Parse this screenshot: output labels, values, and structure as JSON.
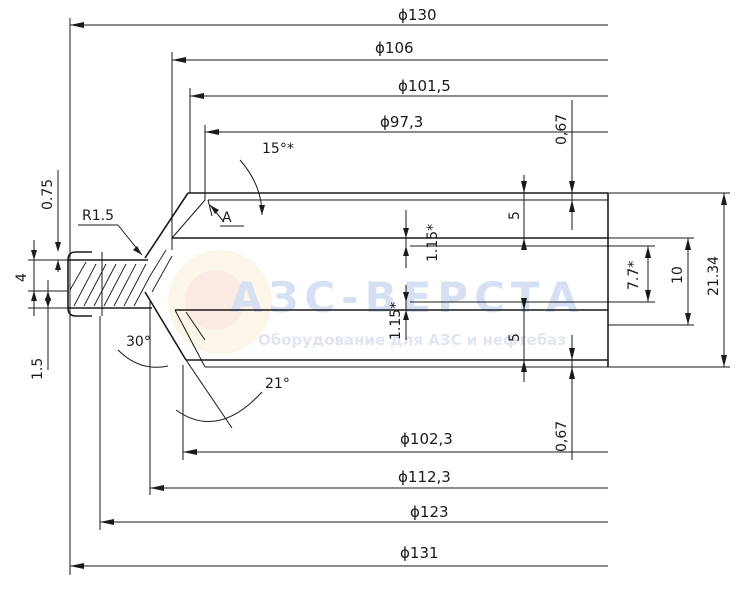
{
  "dimensions": {
    "d130": "ϕ130",
    "d106": "ϕ106",
    "d101_5": "ϕ101,5",
    "d97_3": "ϕ97,3",
    "d102_3": "ϕ102,3",
    "d112_3": "ϕ112,3",
    "d123": "ϕ123",
    "d131": "ϕ131",
    "gap_top": "0,67",
    "gap_bottom": "0,67",
    "height_total": "21.34",
    "height_10": "10",
    "height_7_7": "7.7*",
    "five_top": "5",
    "five_bottom": "5",
    "step_top": "1.15*",
    "step_bottom": "1.15*",
    "left_075": "0.75",
    "left_4": "4",
    "left_15": "1.5",
    "radius": "R1.5",
    "angle_15": "15°*",
    "angle_30": "30°",
    "angle_21": "21°",
    "view_label": "A"
  },
  "watermark": {
    "brand": "АЗС-ВЕРСТА",
    "tagline": "Оборудование для АЗС и нефтебаз",
    "colors": {
      "primary": "#b8c8e8",
      "secondary": "#f0d49a",
      "accent": "#f4b0b0"
    }
  }
}
